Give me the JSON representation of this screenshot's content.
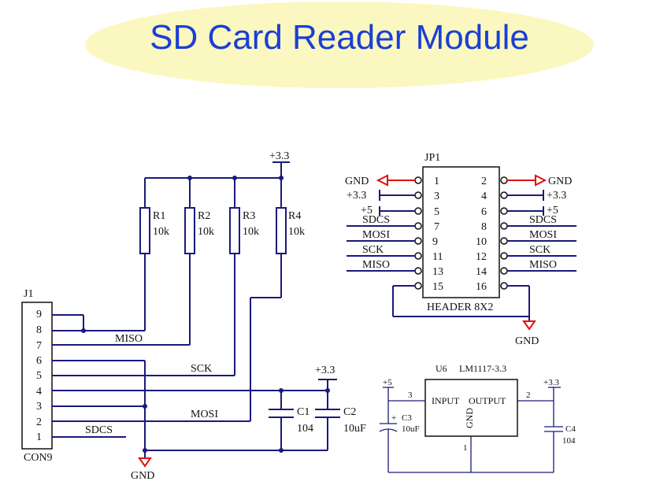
{
  "title": "SD Card Reader Module",
  "supply": "+3.3",
  "supply5": "+5",
  "gnd": "GND",
  "resistors": [
    {
      "ref": "R1",
      "value": "10k"
    },
    {
      "ref": "R2",
      "value": "10k"
    },
    {
      "ref": "R3",
      "value": "10k"
    },
    {
      "ref": "R4",
      "value": "10k"
    }
  ],
  "j1": {
    "ref": "J1",
    "part": "CON9",
    "pins": [
      "9",
      "8",
      "7",
      "6",
      "5",
      "4",
      "3",
      "2",
      "1"
    ]
  },
  "nets": {
    "miso": "MISO",
    "sck": "SCK",
    "mosi": "MOSI",
    "sdcs": "SDCS"
  },
  "caps": {
    "c1": {
      "ref": "C1",
      "value": "104"
    },
    "c2": {
      "ref": "C2",
      "value": "10uF"
    },
    "c3": {
      "ref": "C3",
      "value": "10uF"
    },
    "c4": {
      "ref": "C4",
      "value": "104"
    }
  },
  "jp1": {
    "ref": "JP1",
    "part": "HEADER 8X2",
    "left_pins": [
      "1",
      "3",
      "5",
      "7",
      "9",
      "11",
      "13",
      "15"
    ],
    "right_pins": [
      "2",
      "4",
      "6",
      "8",
      "10",
      "12",
      "14",
      "16"
    ],
    "left_labels": [
      "GND",
      "+3.3",
      "+5",
      "SDCS",
      "MOSI",
      "SCK",
      "MISO"
    ],
    "right_labels": [
      "GND",
      "+3.3",
      "+5",
      "SDCS",
      "MOSI",
      "SCK",
      "MISO"
    ]
  },
  "u6": {
    "ref": "U6",
    "part": "LM1117-3.3",
    "input": "INPUT",
    "output": "OUTPUT",
    "gnd": "GND",
    "pin_in": "3",
    "pin_out": "2",
    "pin_gnd": "1"
  },
  "polarity": "+"
}
